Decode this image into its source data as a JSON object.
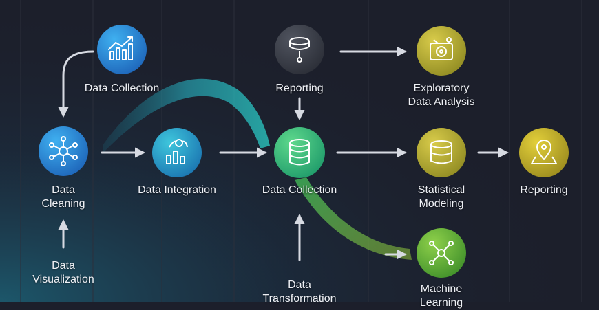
{
  "colors": {
    "blue": "#2a8fe0",
    "teal": "#1fa7b8",
    "green": "#3fbf78",
    "olive": "#b5a832",
    "yellow": "#c9b82c",
    "lime": "#6cb53a",
    "gray": "#3a3d47",
    "arrow": "#d7dae2"
  },
  "nodes": {
    "data_collection_top": {
      "line1": "Data Collection",
      "icon": "bar-chart-trend-icon"
    },
    "data_cleaning": {
      "line1": "Data",
      "line2": "Cleaning",
      "icon": "network-hub-icon"
    },
    "data_visualization": {
      "line1": "Data",
      "line2": "Visualization"
    },
    "data_integration": {
      "line1": "Data Integration",
      "icon": "chart-gear-icon"
    },
    "reporting_top": {
      "line1": "Reporting",
      "icon": "funnel-icon"
    },
    "data_collection_center": {
      "line1": "Data Collection",
      "icon": "database-icon"
    },
    "data_transformation": {
      "line1": "Data",
      "line2": "Transformation"
    },
    "exploratory": {
      "line1": "Exploratory",
      "line2": "Data Analysis",
      "icon": "camera-analysis-icon"
    },
    "statistical_modeling": {
      "line1": "Statistical",
      "line2": "Modeling",
      "icon": "database-icon"
    },
    "reporting_right": {
      "line1": "Reporting",
      "icon": "location-pin-icon"
    },
    "machine_learning": {
      "line1": "Machine",
      "line2": "Learning",
      "icon": "network-icon"
    }
  }
}
